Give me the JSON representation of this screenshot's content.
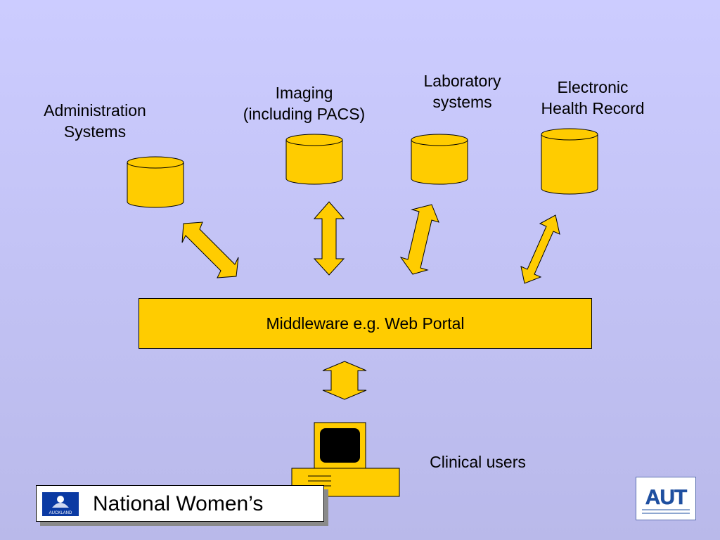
{
  "nodes": {
    "admin": "Administration\nSystems",
    "imaging": "Imaging\n(including PACS)",
    "lab": "Laboratory\nsystems",
    "ehr": "Electronic\nHealth Record",
    "middleware": "Middleware e.g. Web Portal",
    "clinical": "Clinical users"
  },
  "footer": {
    "hospital": "National Women’s",
    "badge_text": "AUCKLAND",
    "aut_logo": "AUT"
  },
  "colors": {
    "fill": "#ffcc00",
    "background": "#ccccff",
    "logo_blue": "#0b3aa3"
  }
}
